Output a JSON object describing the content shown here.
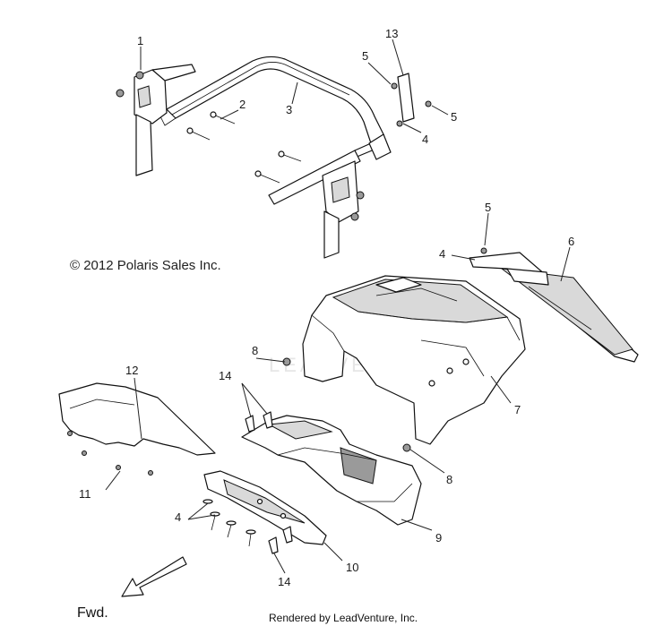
{
  "copyright": "© 2012 Polaris Sales Inc.",
  "watermark": "LEADVENTURE",
  "direction_label": "Fwd.",
  "footer": "Rendered by LeadVenture, Inc.",
  "callouts": [
    {
      "id": "c1",
      "label": "1"
    },
    {
      "id": "c2",
      "label": "2"
    },
    {
      "id": "c3",
      "label": "3"
    },
    {
      "id": "c4a",
      "label": "4"
    },
    {
      "id": "c4b",
      "label": "4"
    },
    {
      "id": "c4c",
      "label": "4"
    },
    {
      "id": "c5a",
      "label": "5"
    },
    {
      "id": "c5b",
      "label": "5"
    },
    {
      "id": "c5c",
      "label": "5"
    },
    {
      "id": "c6",
      "label": "6"
    },
    {
      "id": "c7",
      "label": "7"
    },
    {
      "id": "c8a",
      "label": "8"
    },
    {
      "id": "c8b",
      "label": "8"
    },
    {
      "id": "c9",
      "label": "9"
    },
    {
      "id": "c10",
      "label": "10"
    },
    {
      "id": "c11",
      "label": "11"
    },
    {
      "id": "c12",
      "label": "12"
    },
    {
      "id": "c13",
      "label": "13"
    },
    {
      "id": "c14a",
      "label": "14"
    },
    {
      "id": "c14b",
      "label": "14"
    }
  ]
}
